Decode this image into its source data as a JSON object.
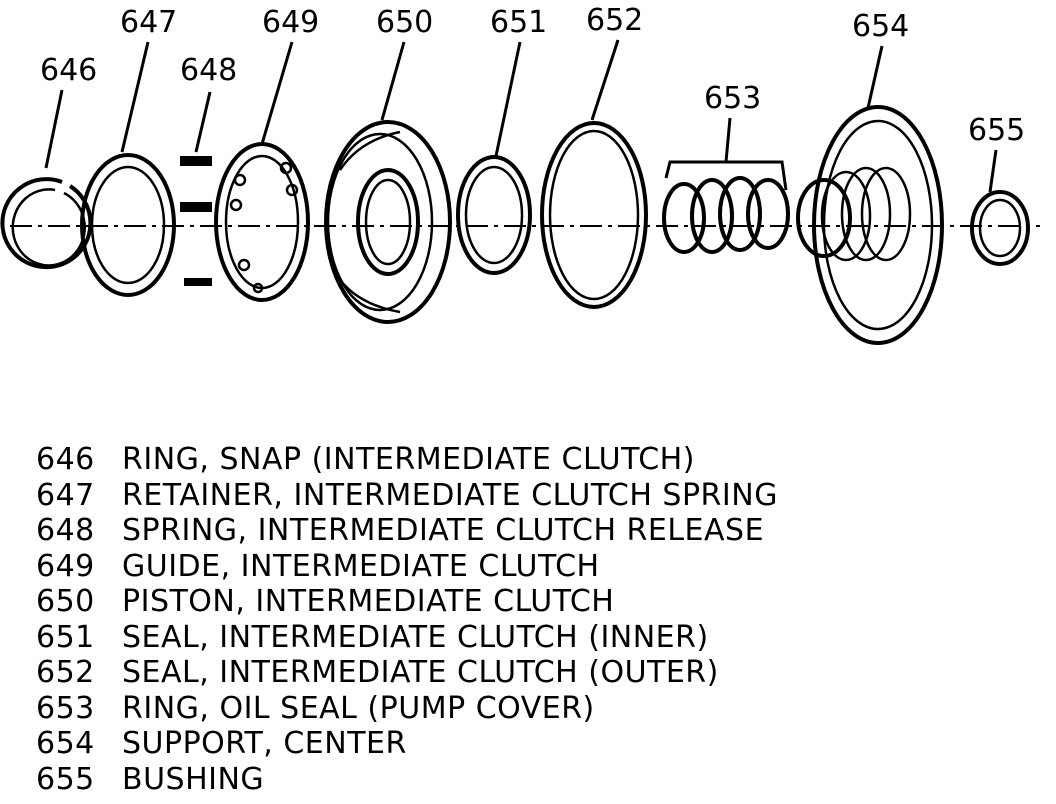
{
  "callouts": [
    "646",
    "647",
    "648",
    "649",
    "650",
    "651",
    "652",
    "653",
    "654",
    "655"
  ],
  "legend": [
    {
      "number": "646",
      "description": "RING, SNAP (INTERMEDIATE CLUTCH)"
    },
    {
      "number": "647",
      "description": "RETAINER, INTERMEDIATE CLUTCH SPRING"
    },
    {
      "number": "648",
      "description": "SPRING, INTERMEDIATE CLUTCH RELEASE"
    },
    {
      "number": "649",
      "description": "GUIDE, INTERMEDIATE CLUTCH"
    },
    {
      "number": "650",
      "description": "PISTON, INTERMEDIATE CLUTCH"
    },
    {
      "number": "651",
      "description": "SEAL, INTERMEDIATE CLUTCH (INNER)"
    },
    {
      "number": "652",
      "description": "SEAL, INTERMEDIATE CLUTCH (OUTER)"
    },
    {
      "number": "653",
      "description": "RING, OIL SEAL (PUMP COVER)"
    },
    {
      "number": "654",
      "description": "SUPPORT, CENTER"
    },
    {
      "number": "655",
      "description": "BUSHING"
    }
  ]
}
